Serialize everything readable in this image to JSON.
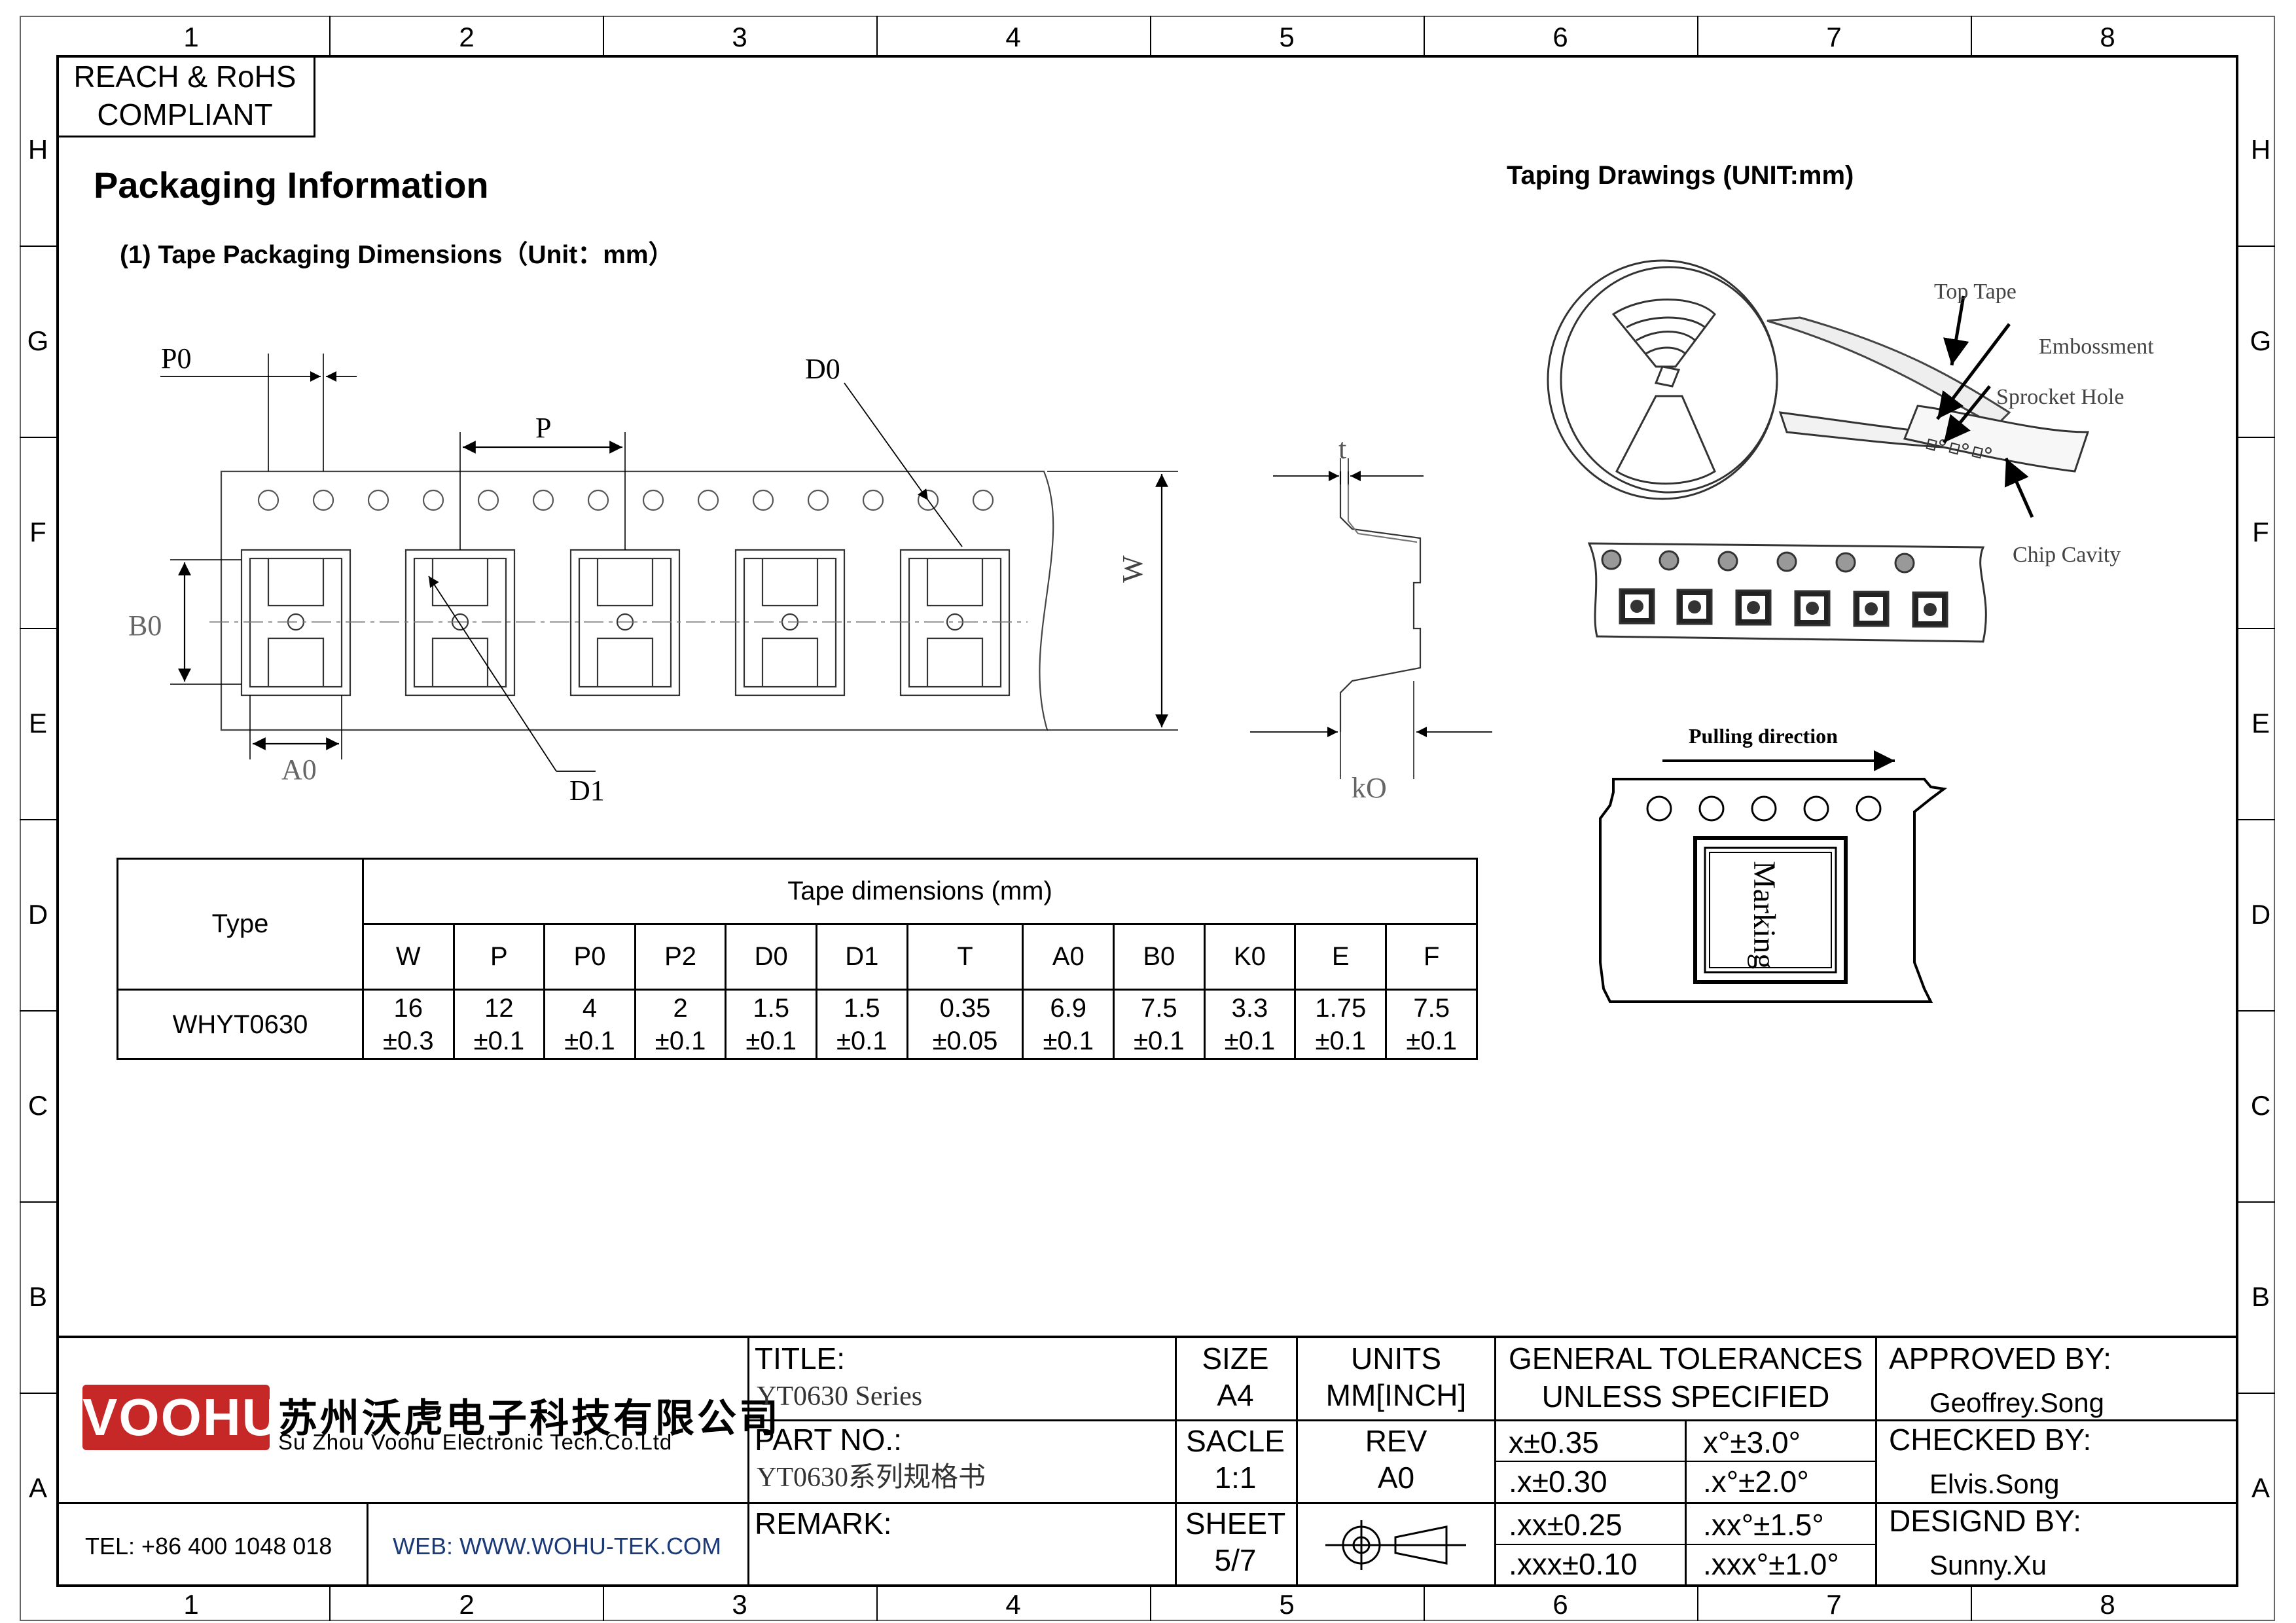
{
  "zones": {
    "columns": [
      "1",
      "2",
      "3",
      "4",
      "5",
      "6",
      "7",
      "8"
    ],
    "rows": [
      "H",
      "G",
      "F",
      "E",
      "D",
      "C",
      "B",
      "A"
    ]
  },
  "compliance": {
    "line1": "REACH & RoHS",
    "line2": "COMPLIANT"
  },
  "heading": {
    "title": "Packaging Information",
    "subtitle": "(1) Tape Packaging Dimensions（Unit：mm）",
    "taping_title": "Taping Drawings (UNIT:mm)"
  },
  "tape_drawing": {
    "labels": {
      "P0": "P0",
      "P": "P",
      "D0": "D0",
      "W": "W",
      "B0": "B0",
      "A0": "A0",
      "D1": "D1",
      "t": "t",
      "K0": "kO"
    }
  },
  "taping_drawings": {
    "reel_labels": {
      "top_tape": "Top Tape",
      "embossment": "Embossment",
      "sprocket_hole": "Sprocket Hole",
      "chip_cavity": "Chip Cavity"
    },
    "pulling_direction": "Pulling direction",
    "marking": "Marking"
  },
  "spec_table": {
    "type_header": "Type",
    "group_header": "Tape dimensions (mm)",
    "columns": [
      "W",
      "P",
      "P0",
      "P2",
      "D0",
      "D1",
      "T",
      "A0",
      "B0",
      "K0",
      "E",
      "F"
    ],
    "rows": [
      {
        "type": "WHYT0630",
        "values": [
          [
            "16",
            "±0.3"
          ],
          [
            "12",
            "±0.1"
          ],
          [
            "4",
            "±0.1"
          ],
          [
            "2",
            "±0.1"
          ],
          [
            "1.5",
            "±0.1"
          ],
          [
            "1.5",
            "±0.1"
          ],
          [
            "0.35",
            "±0.05"
          ],
          [
            "6.9",
            "±0.1"
          ],
          [
            "7.5",
            "±0.1"
          ],
          [
            "3.3",
            "±0.1"
          ],
          [
            "1.75",
            "±0.1"
          ],
          [
            "7.5",
            "±0.1"
          ]
        ]
      }
    ]
  },
  "title_block": {
    "logo": "VOOHU",
    "company_cn": "苏州沃虎电子科技有限公司",
    "company_en": "Su Zhou Voohu Electronic Tech.Co.Ltd",
    "tel": "TEL: +86 400 1048 018",
    "web": "WEB: WWW.WOHU-TEK.COM",
    "title_label": "TITLE:",
    "title_value": "YT0630 Series",
    "part_label": "PART NO.:",
    "part_value": "YT0630系列规格书",
    "remark_label": "REMARK:",
    "size_label": "SIZE",
    "size_value": "A4",
    "scale_label": "SACLE",
    "scale_value": "1:1",
    "sheet_label": "SHEET",
    "sheet_value": "5/7",
    "units_label": "UNITS",
    "units_value": "MM[INCH]",
    "rev_label": "REV",
    "rev_value": "A0",
    "tol_line1": "GENERAL TOLERANCES",
    "tol_line2": "UNLESS SPECIFIED",
    "tolerances": [
      [
        "x±0.35",
        "x°±3.0°"
      ],
      [
        ".x±0.30",
        ".x°±2.0°"
      ],
      [
        ".xx±0.25",
        ".xx°±1.5°"
      ],
      [
        ".xxx±0.10",
        ".xxx°±1.0°"
      ]
    ],
    "approved_label": "APPROVED BY:",
    "approved_value": "Geoffrey.Song",
    "checked_label": "CHECKED BY:",
    "checked_value": "Elvis.Song",
    "designed_label": "DESIGND BY:",
    "designed_value": "Sunny.Xu"
  }
}
